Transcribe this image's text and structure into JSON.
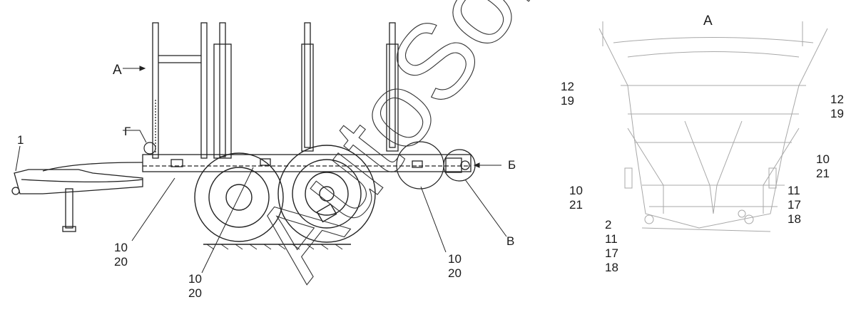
{
  "watermark": "AutoSoft",
  "side_view": {
    "view_letter_a": "А",
    "callout_g": "Г",
    "callout_b": "Б",
    "callout_v": "В",
    "pos_1": "1",
    "left_frame_refs": [
      "10",
      "20"
    ],
    "mid_wheel_refs": [
      "10",
      "20"
    ],
    "rear_refs": [
      "10",
      "20"
    ]
  },
  "view_a": {
    "title": "А",
    "top_left_refs": [
      "12",
      "19"
    ],
    "top_right_refs": [
      "12",
      "19"
    ],
    "right_mid_refs": [
      "10",
      "21"
    ],
    "left_mid_refs": [
      "10",
      "21"
    ],
    "right_low_refs": [
      "11",
      "17",
      "18"
    ],
    "left_low_refs": [
      "2",
      "11",
      "17",
      "18"
    ]
  },
  "colors": {
    "line": "#222222",
    "light_line": "#9a9a9a",
    "watermark_stroke": "#333333"
  }
}
